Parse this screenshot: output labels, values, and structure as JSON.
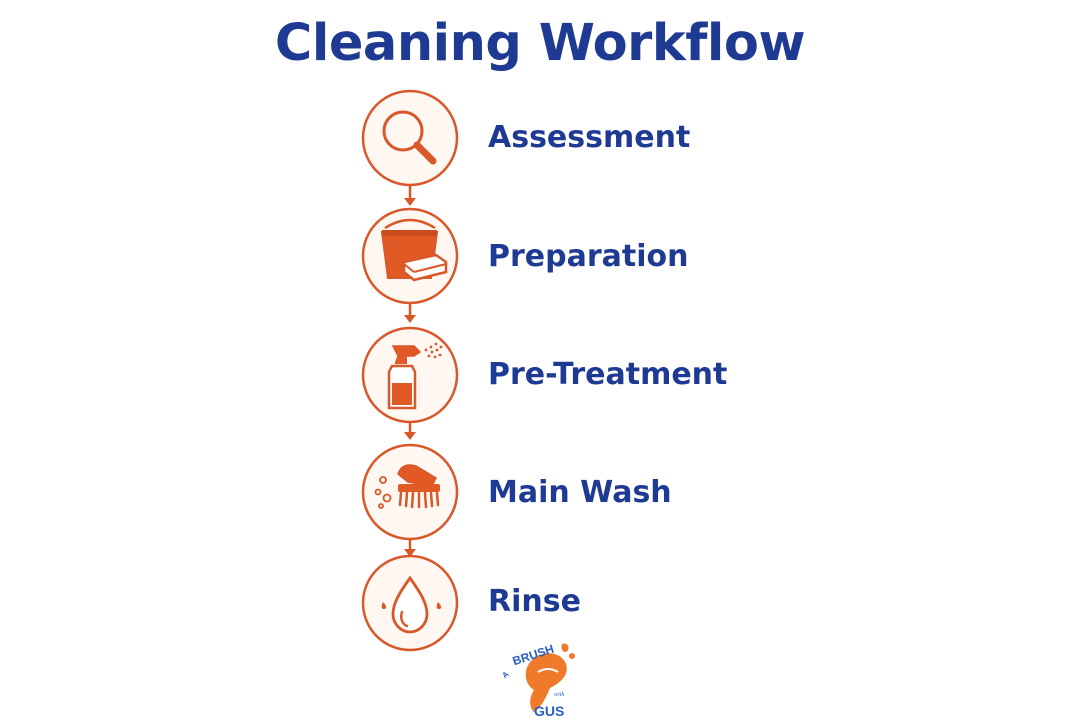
{
  "title": "Cleaning Workflow",
  "colors": {
    "title": "#1f3a93",
    "accent": "#d8582a",
    "accent_fill": "#e15a26",
    "circle_bg": "#fff7f2",
    "logo_blue": "#2a5fc4",
    "logo_orange": "#ef7a2a"
  },
  "steps": [
    {
      "label": "Assessment",
      "icon": "magnifier-icon"
    },
    {
      "label": "Preparation",
      "icon": "bucket-sponge-icon"
    },
    {
      "label": "Pre-Treatment",
      "icon": "spray-bottle-icon"
    },
    {
      "label": "Main Wash",
      "icon": "scrub-brush-icon"
    },
    {
      "label": "Rinse",
      "icon": "water-drop-icon"
    }
  ],
  "logo": {
    "line1": "A BRUSH",
    "line2": "with",
    "line3": "GUS"
  }
}
